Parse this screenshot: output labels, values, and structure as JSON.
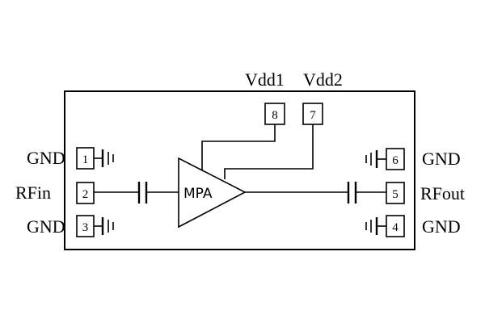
{
  "supply": {
    "vdd1": "Vdd1",
    "vdd2": "Vdd2"
  },
  "amplifier": {
    "label": "MPA"
  },
  "pins": {
    "p1": {
      "num": "1",
      "name": "GND"
    },
    "p2": {
      "num": "2",
      "name": "RFin"
    },
    "p3": {
      "num": "3",
      "name": "GND"
    },
    "p4": {
      "num": "4",
      "name": "GND"
    },
    "p5": {
      "num": "5",
      "name": "RFout"
    },
    "p6": {
      "num": "6",
      "name": "GND"
    },
    "p7": {
      "num": "7"
    },
    "p8": {
      "num": "8"
    }
  }
}
